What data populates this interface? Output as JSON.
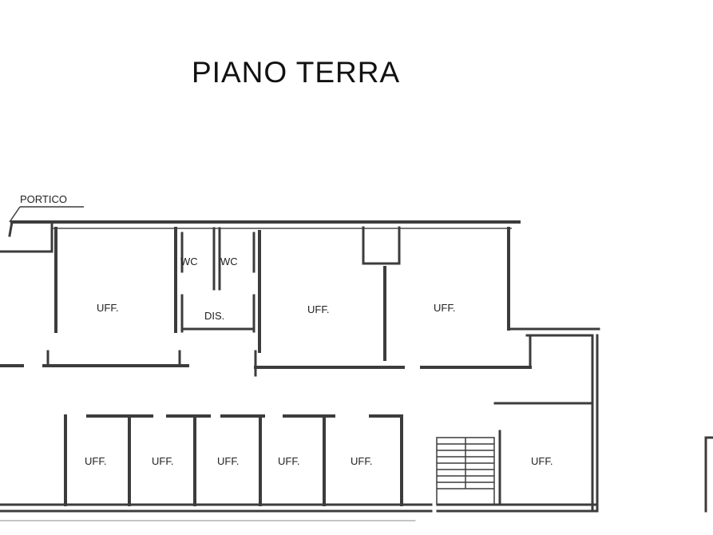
{
  "title": "PIANO TERRA",
  "labels": {
    "portico": "PORTICO",
    "wc": "WC",
    "dis": "DIS.",
    "uff": "UFF."
  },
  "colors": {
    "wall": "#3c3c3c",
    "wall_light": "#8a8a8a",
    "text": "#222222",
    "background": "#ffffff"
  }
}
